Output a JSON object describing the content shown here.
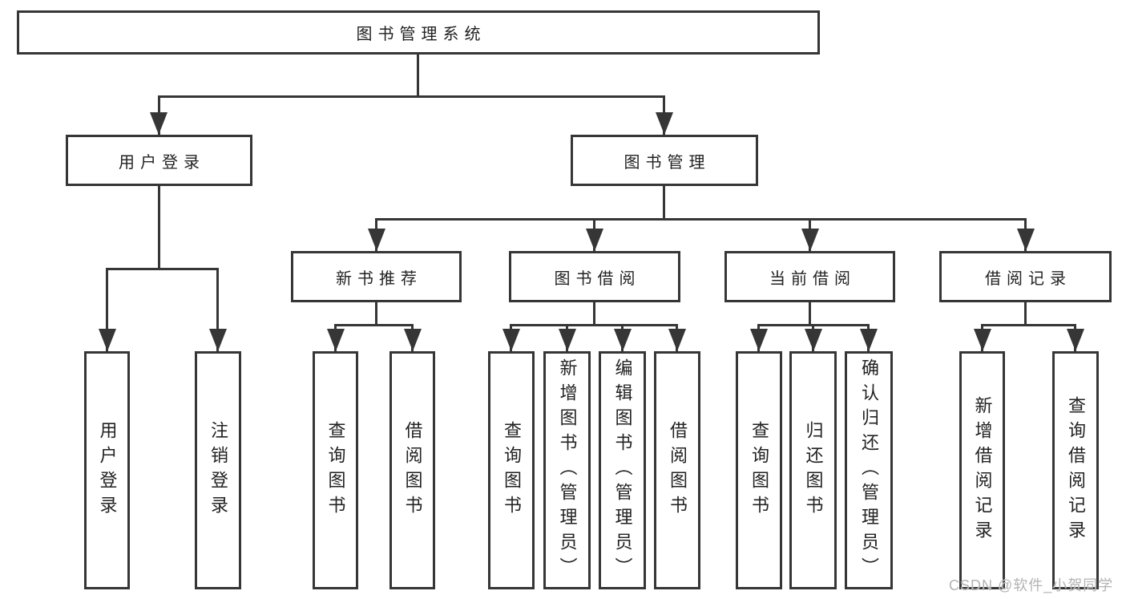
{
  "diagram": {
    "title": "图书管理系统",
    "watermark": "CSDN @软件_小贺同学",
    "level2": [
      {
        "label": "用户登录"
      },
      {
        "label": "图书管理"
      }
    ],
    "level3": [
      {
        "label": "新书推荐"
      },
      {
        "label": "图书借阅"
      },
      {
        "label": "当前借阅"
      },
      {
        "label": "借阅记录"
      }
    ],
    "leaves": [
      {
        "label": "用户登录"
      },
      {
        "label": "注销登录"
      },
      {
        "label": "查询图书"
      },
      {
        "label": "借阅图书"
      },
      {
        "label": "查询图书"
      },
      {
        "label": "新增图书（管理员）"
      },
      {
        "label": "编辑图书（管理员）"
      },
      {
        "label": "借阅图书"
      },
      {
        "label": "查询图书"
      },
      {
        "label": "归还图书"
      },
      {
        "label": "确认归还（管理员）"
      },
      {
        "label": "新增借阅记录"
      },
      {
        "label": "查询借阅记录"
      }
    ],
    "colors": {
      "line": "#363636",
      "text": "#222222",
      "watermark": "#b3b3b3",
      "background": "#ffffff"
    }
  }
}
